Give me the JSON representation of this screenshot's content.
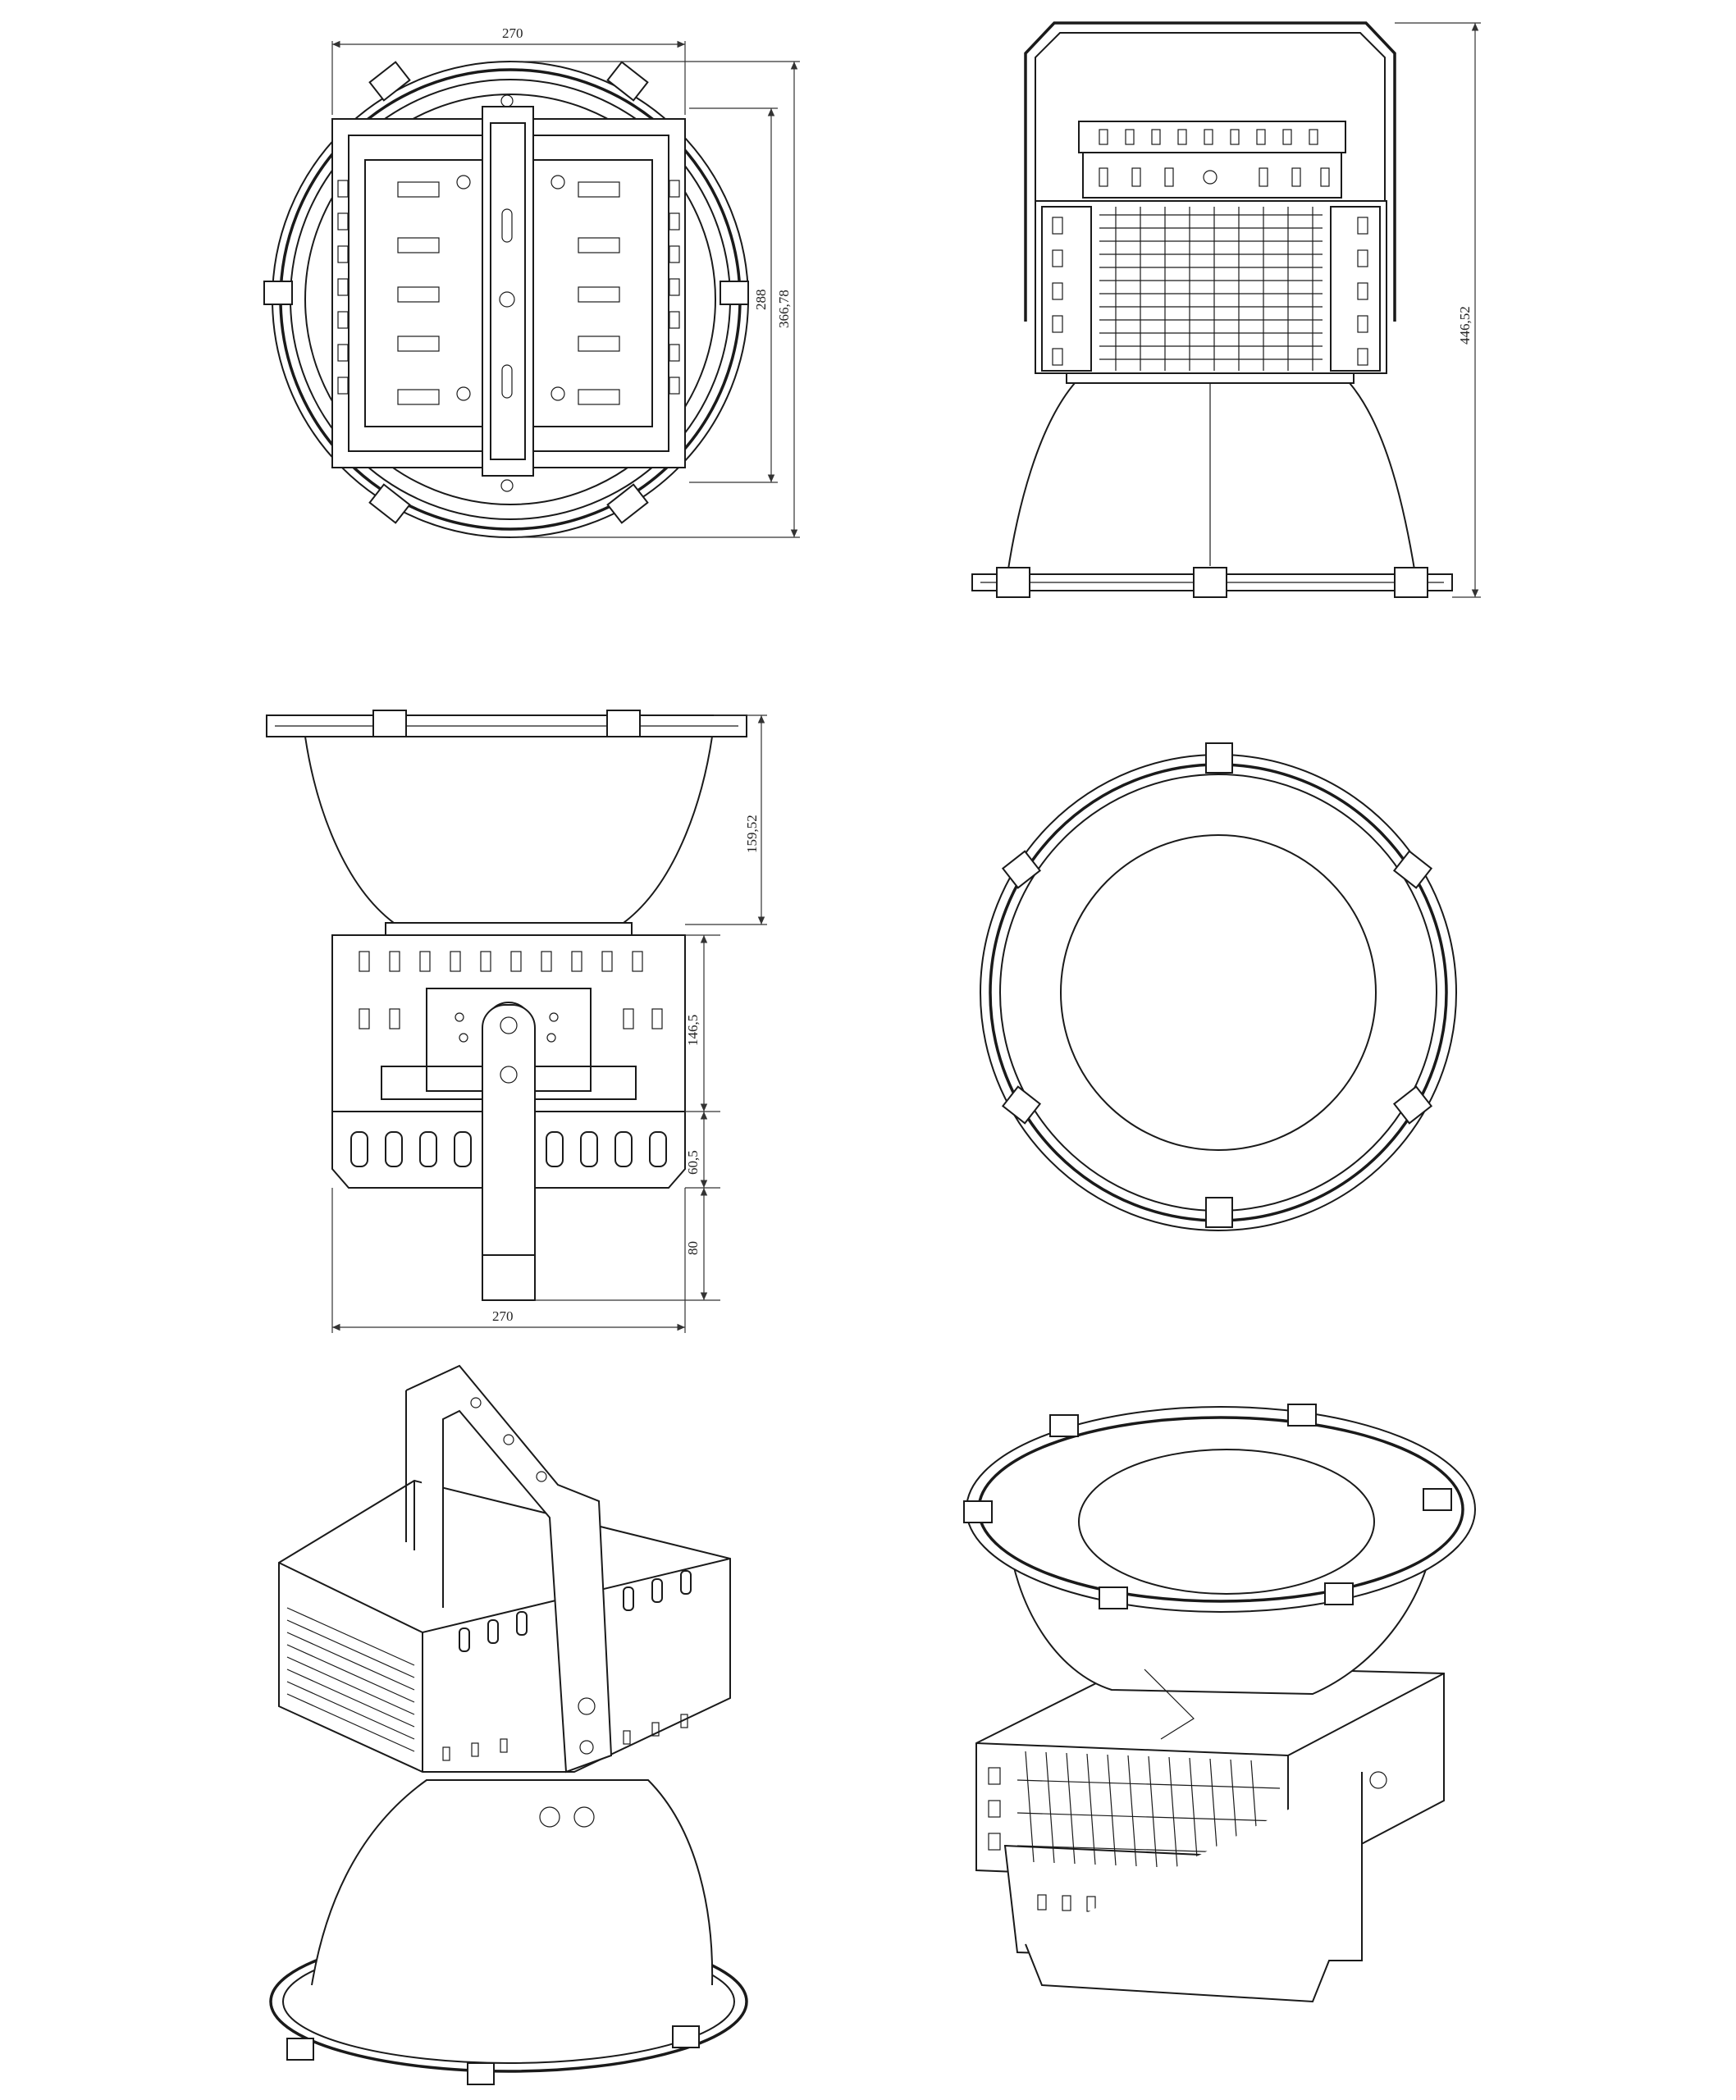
{
  "dimensions": {
    "top_view_width": "270",
    "top_view_body_height": "288",
    "top_view_overall_height": "366,78",
    "side_view_overall_height": "446,52",
    "front_view_reflector_height": "159,52",
    "front_view_housing_height": "146,5",
    "front_view_heatsink_height": "60,5",
    "front_view_bracket_height": "80",
    "front_view_width": "270"
  },
  "colors": {
    "line": "#1a1a1a",
    "background": "#ffffff"
  }
}
